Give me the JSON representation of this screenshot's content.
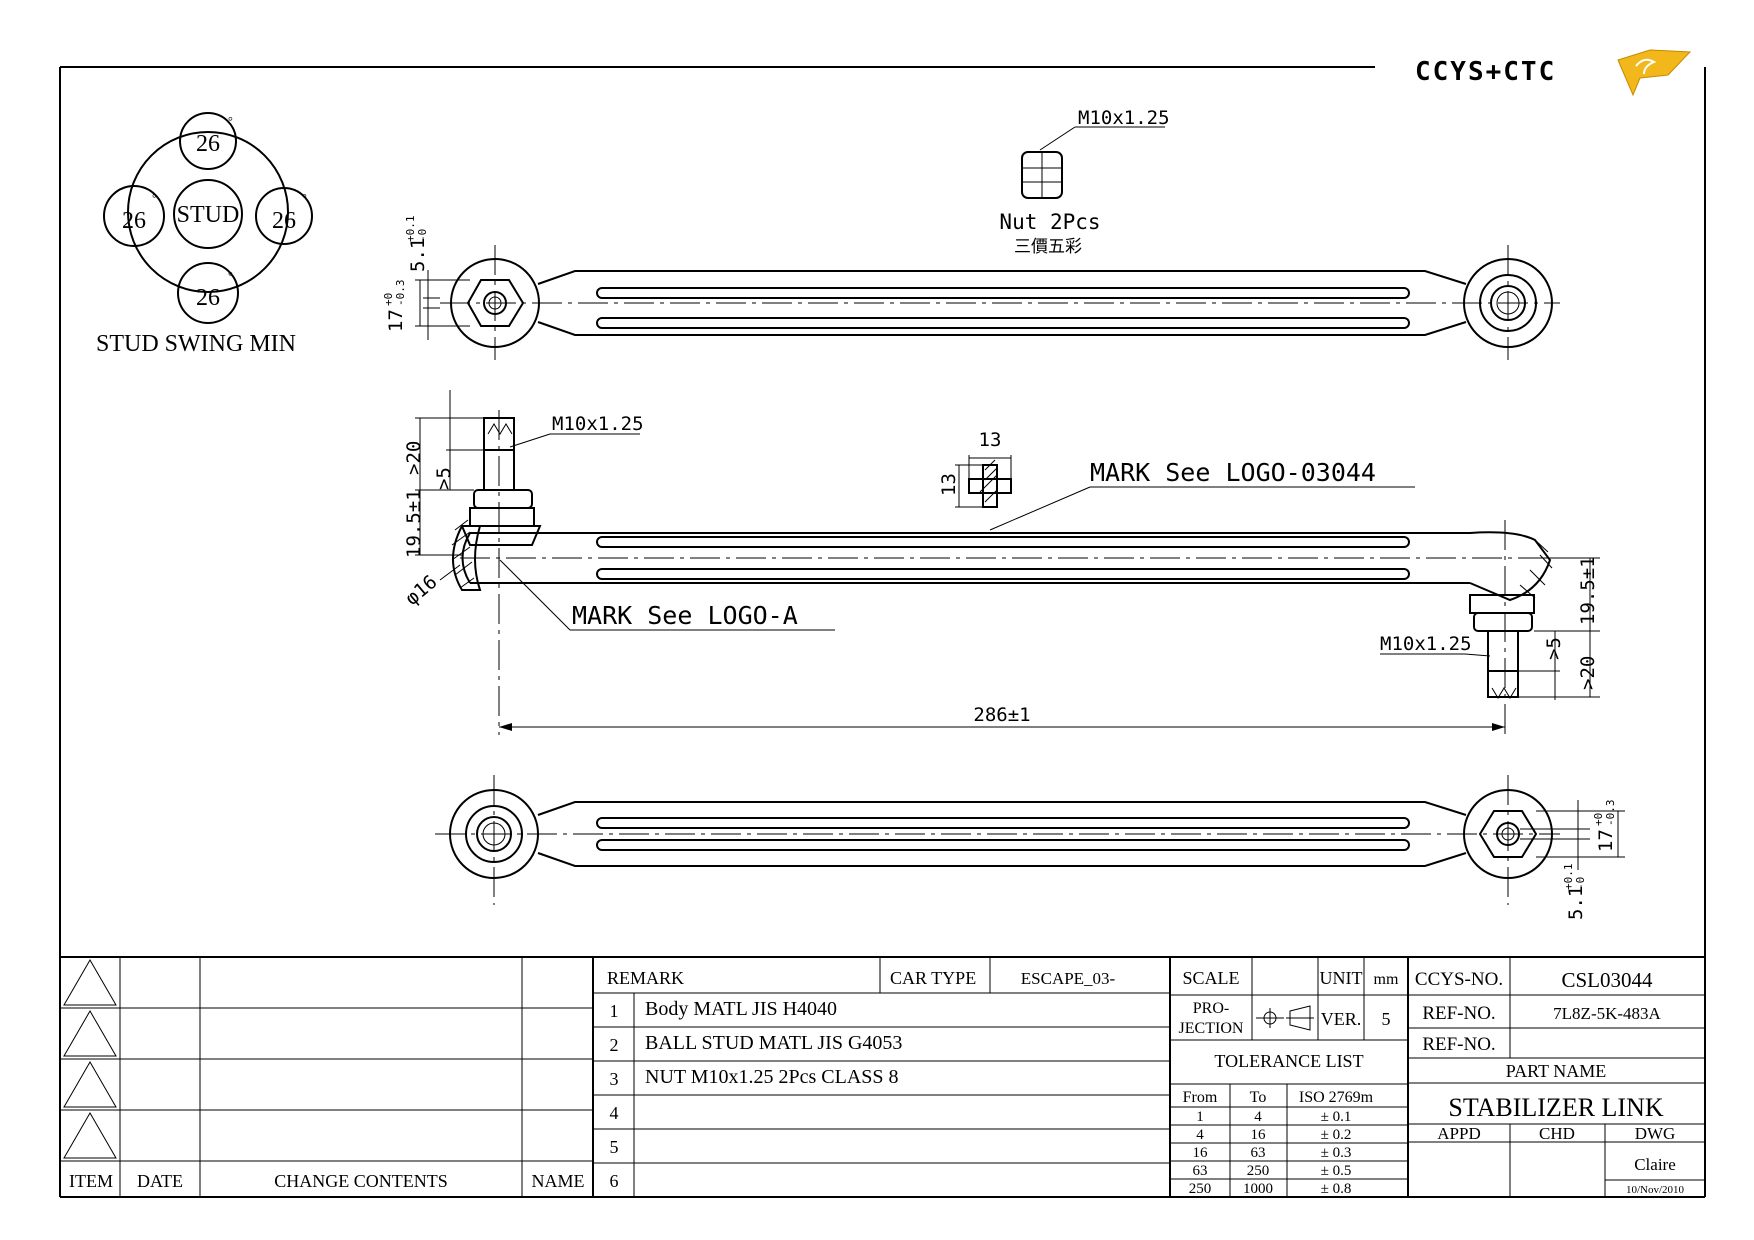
{
  "logo": {
    "text": "CCYS+CTC"
  },
  "swing": {
    "top": "26",
    "left": "26",
    "right": "26",
    "bottom": "26",
    "center": "STUD",
    "degree": "°",
    "caption": "STUD SWING MIN"
  },
  "nut": {
    "thread": "M10x1.25",
    "label": "Nut 2Pcs",
    "label_cjk": "三價五彩"
  },
  "top_view": {
    "dim_height": "17",
    "dim_height_tol_upper": "+0",
    "dim_height_tol_lower": "-0.3",
    "dim_thick": "5.1",
    "dim_thick_tol_upper": "+0.1",
    "dim_thick_tol_lower": "-0"
  },
  "side_view": {
    "thread_left": "M10x1.25",
    "thread_right": "M10x1.25",
    "dim_gt20_left": ">20",
    "dim_gt5_left": ">5",
    "dim_195_left": "19.5±1",
    "dim_phi16": "φ16",
    "dim_195_right": "19.5±1",
    "dim_gt5_right": ">5",
    "dim_gt20_right": ">20",
    "mark_13_w": "13",
    "mark_13_h": "13",
    "mark_logo_03044": "MARK See LOGO-03044",
    "mark_logo_a": "MARK See LOGO-A",
    "length": "286±1"
  },
  "bottom_view": {
    "dim_height": "17",
    "dim_height_tol_upper": "+0",
    "dim_height_tol_lower": "-0.3",
    "dim_thick": "5.1",
    "dim_thick_tol_upper": "+0.1",
    "dim_thick_tol_lower": "-0"
  },
  "revision": {
    "headers": {
      "item": "ITEM",
      "date": "DATE",
      "change": "CHANGE CONTENTS",
      "name": "NAME"
    }
  },
  "remark": {
    "title": "REMARK",
    "car_type_label": "CAR TYPE",
    "car_type_value": "ESCAPE_03-",
    "rows": [
      {
        "no": "1",
        "text": "Body MATL JIS H4040"
      },
      {
        "no": "2",
        "text": "BALL STUD MATL JIS G4053"
      },
      {
        "no": "3",
        "text": "NUT M10x1.25 2Pcs CLASS 8"
      },
      {
        "no": "4",
        "text": ""
      },
      {
        "no": "5",
        "text": ""
      },
      {
        "no": "6",
        "text": ""
      }
    ]
  },
  "title_block": {
    "scale_label": "SCALE",
    "scale_value": "",
    "unit_label": "UNIT",
    "unit_value": "mm",
    "projection_label_1": "PRO-",
    "projection_label_2": "JECTION",
    "ver_label": "VER.",
    "ver_value": "5",
    "tolerance_title": "TOLERANCE LIST",
    "tol_headers": {
      "from": "From",
      "to": "To",
      "iso": "ISO 2769m"
    },
    "tol_rows": [
      {
        "from": "1",
        "to": "4",
        "tol": "± 0.1"
      },
      {
        "from": "4",
        "to": "16",
        "tol": "± 0.2"
      },
      {
        "from": "16",
        "to": "63",
        "tol": "± 0.3"
      },
      {
        "from": "63",
        "to": "250",
        "tol": "± 0.5"
      },
      {
        "from": "250",
        "to": "1000",
        "tol": "± 0.8"
      }
    ],
    "ccys_no_label": "CCYS-NO.",
    "ccys_no_value": "CSL03044",
    "ref_no_label_1": "REF-NO.",
    "ref_no_value_1": "7L8Z-5K-483A",
    "ref_no_label_2": "REF-NO.",
    "ref_no_value_2": "",
    "part_name_label": "PART NAME",
    "part_name_value": "STABILIZER LINK",
    "appd_label": "APPD",
    "chd_label": "CHD",
    "dwg_label": "DWG",
    "dwg_name": "Claire",
    "dwg_date": "10/Nov/2010"
  }
}
